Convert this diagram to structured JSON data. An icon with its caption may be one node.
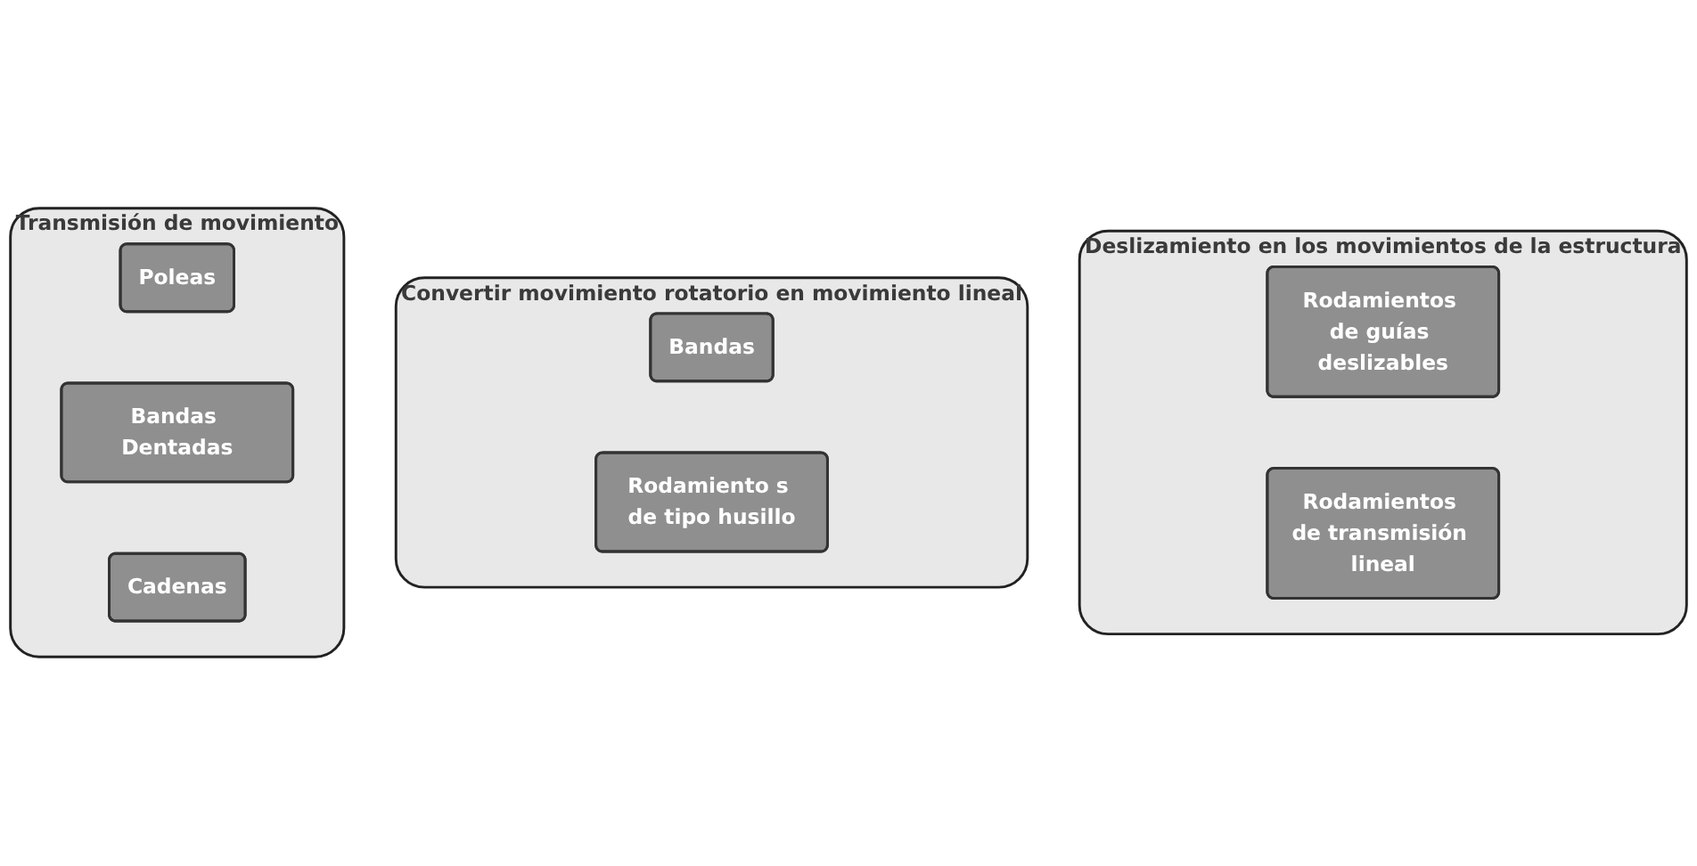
{
  "diagram": {
    "nodes": [
      {
        "text": [
          "Transmisión de movimiento"
        ]
      },
      {
        "text": [
          "Poleas"
        ],
        "in": 0
      },
      {
        "text": [
          "Bandas Dentadas"
        ],
        "in": 0
      },
      {
        "text": [
          "Cadenas"
        ],
        "in": 0
      },
      {
        "text": [
          "Convertir movimiento rotatorio en movimiento lineal"
        ]
      },
      {
        "text": [
          "Bandas"
        ],
        "in": 4
      },
      {
        "text": [
          "Rodamiento s de tipo husillo"
        ],
        "in": 4
      },
      {
        "text": [
          "Deslizamiento en los movimientos de la estructura"
        ]
      },
      {
        "text": [
          "Rodamientos de guías deslizables"
        ],
        "in": 7
      },
      {
        "text": [
          "Rodamientos de transmisión lineal"
        ],
        "in": 7
      }
    ]
  }
}
